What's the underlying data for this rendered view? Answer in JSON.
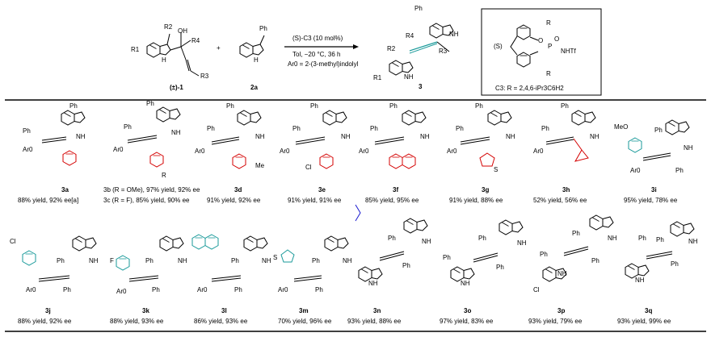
{
  "reaction": {
    "substrate1": {
      "label": "(±)-1",
      "groups": {
        "r2": "R2",
        "r1": "R1",
        "r4": "R4",
        "r3": "R3",
        "oh": "OH",
        "nh": "H"
      }
    },
    "plus": "+",
    "substrate2": {
      "label": "2a",
      "ph": "Ph",
      "nh": "H"
    },
    "conditions": {
      "catalyst": "(S)-C3 (10 mol%)",
      "solvent": "Tol, −20 °C, 36 h",
      "ar_def": "Ar0 = 2-(3-methyl)indolyl"
    },
    "product": {
      "label": "3",
      "ph": "Ph",
      "nh": "NH",
      "r4": "R4",
      "r3": "R3",
      "r2": "R2",
      "r1": "R1",
      "nh2": "NH"
    },
    "catalyst_box": {
      "config": "(S)",
      "r_top": "R",
      "r_bottom": "R",
      "p": "P",
      "o": "O",
      "o_eq": "O",
      "nhtf": "NHTf",
      "def": "C3: R = 2,4,6-iPr3C6H2"
    }
  },
  "products": [
    {
      "id": "3a",
      "text": "88% yield, 92% ee[a]"
    },
    {
      "id": "3b",
      "text": "3b (R = OMe), 97% yield, 92% ee"
    },
    {
      "id": "3c",
      "text": "3c (R = F), 85% yield, 90% ee"
    },
    {
      "id": "3d",
      "text": "91% yield, 92% ee"
    },
    {
      "id": "3e",
      "text": "91% yield, 91% ee"
    },
    {
      "id": "3f",
      "text": "85% yield, 95% ee"
    },
    {
      "id": "3g",
      "text": "91% yield, 88% ee"
    },
    {
      "id": "3h",
      "text": "52% yield, 56% ee"
    },
    {
      "id": "3i",
      "text": "95% yield, 78% ee"
    },
    {
      "id": "3j",
      "text": "88% yield, 92% ee"
    },
    {
      "id": "3k",
      "text": "88% yield, 93% ee"
    },
    {
      "id": "3l",
      "text": "86% yield, 93% ee"
    },
    {
      "id": "3m",
      "text": "70% yield, 96% ee"
    },
    {
      "id": "3n",
      "text": "93% yield, 88% ee"
    },
    {
      "id": "3o",
      "text": "97% yield, 83% ee"
    },
    {
      "id": "3p",
      "text": "93% yield, 79% ee"
    },
    {
      "id": "3q",
      "text": "93% yield, 99% ee"
    }
  ],
  "atoms": {
    "ph": "Ph",
    "nh": "NH",
    "ar": "Ar0",
    "r": "R",
    "me": "Me",
    "cl": "Cl",
    "f": "F",
    "s": "S",
    "meo": "MeO",
    "h": "H"
  },
  "colors": {
    "red": "#d40000",
    "teal": "#1a9a9a",
    "blue": "#1a1ad0",
    "black": "#000000"
  }
}
